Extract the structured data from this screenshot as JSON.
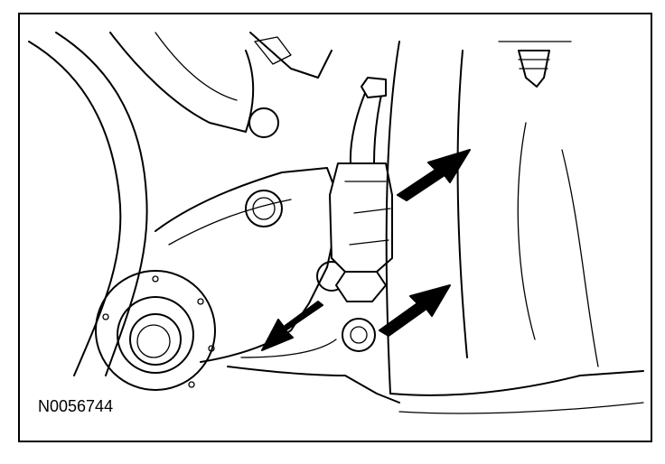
{
  "figure": {
    "id_label": "N0056744"
  },
  "icons": {
    "arrow_upper": "arrow-pointer",
    "arrow_lower_left": "arrow-pointer",
    "arrow_lower_right": "arrow-pointer"
  }
}
